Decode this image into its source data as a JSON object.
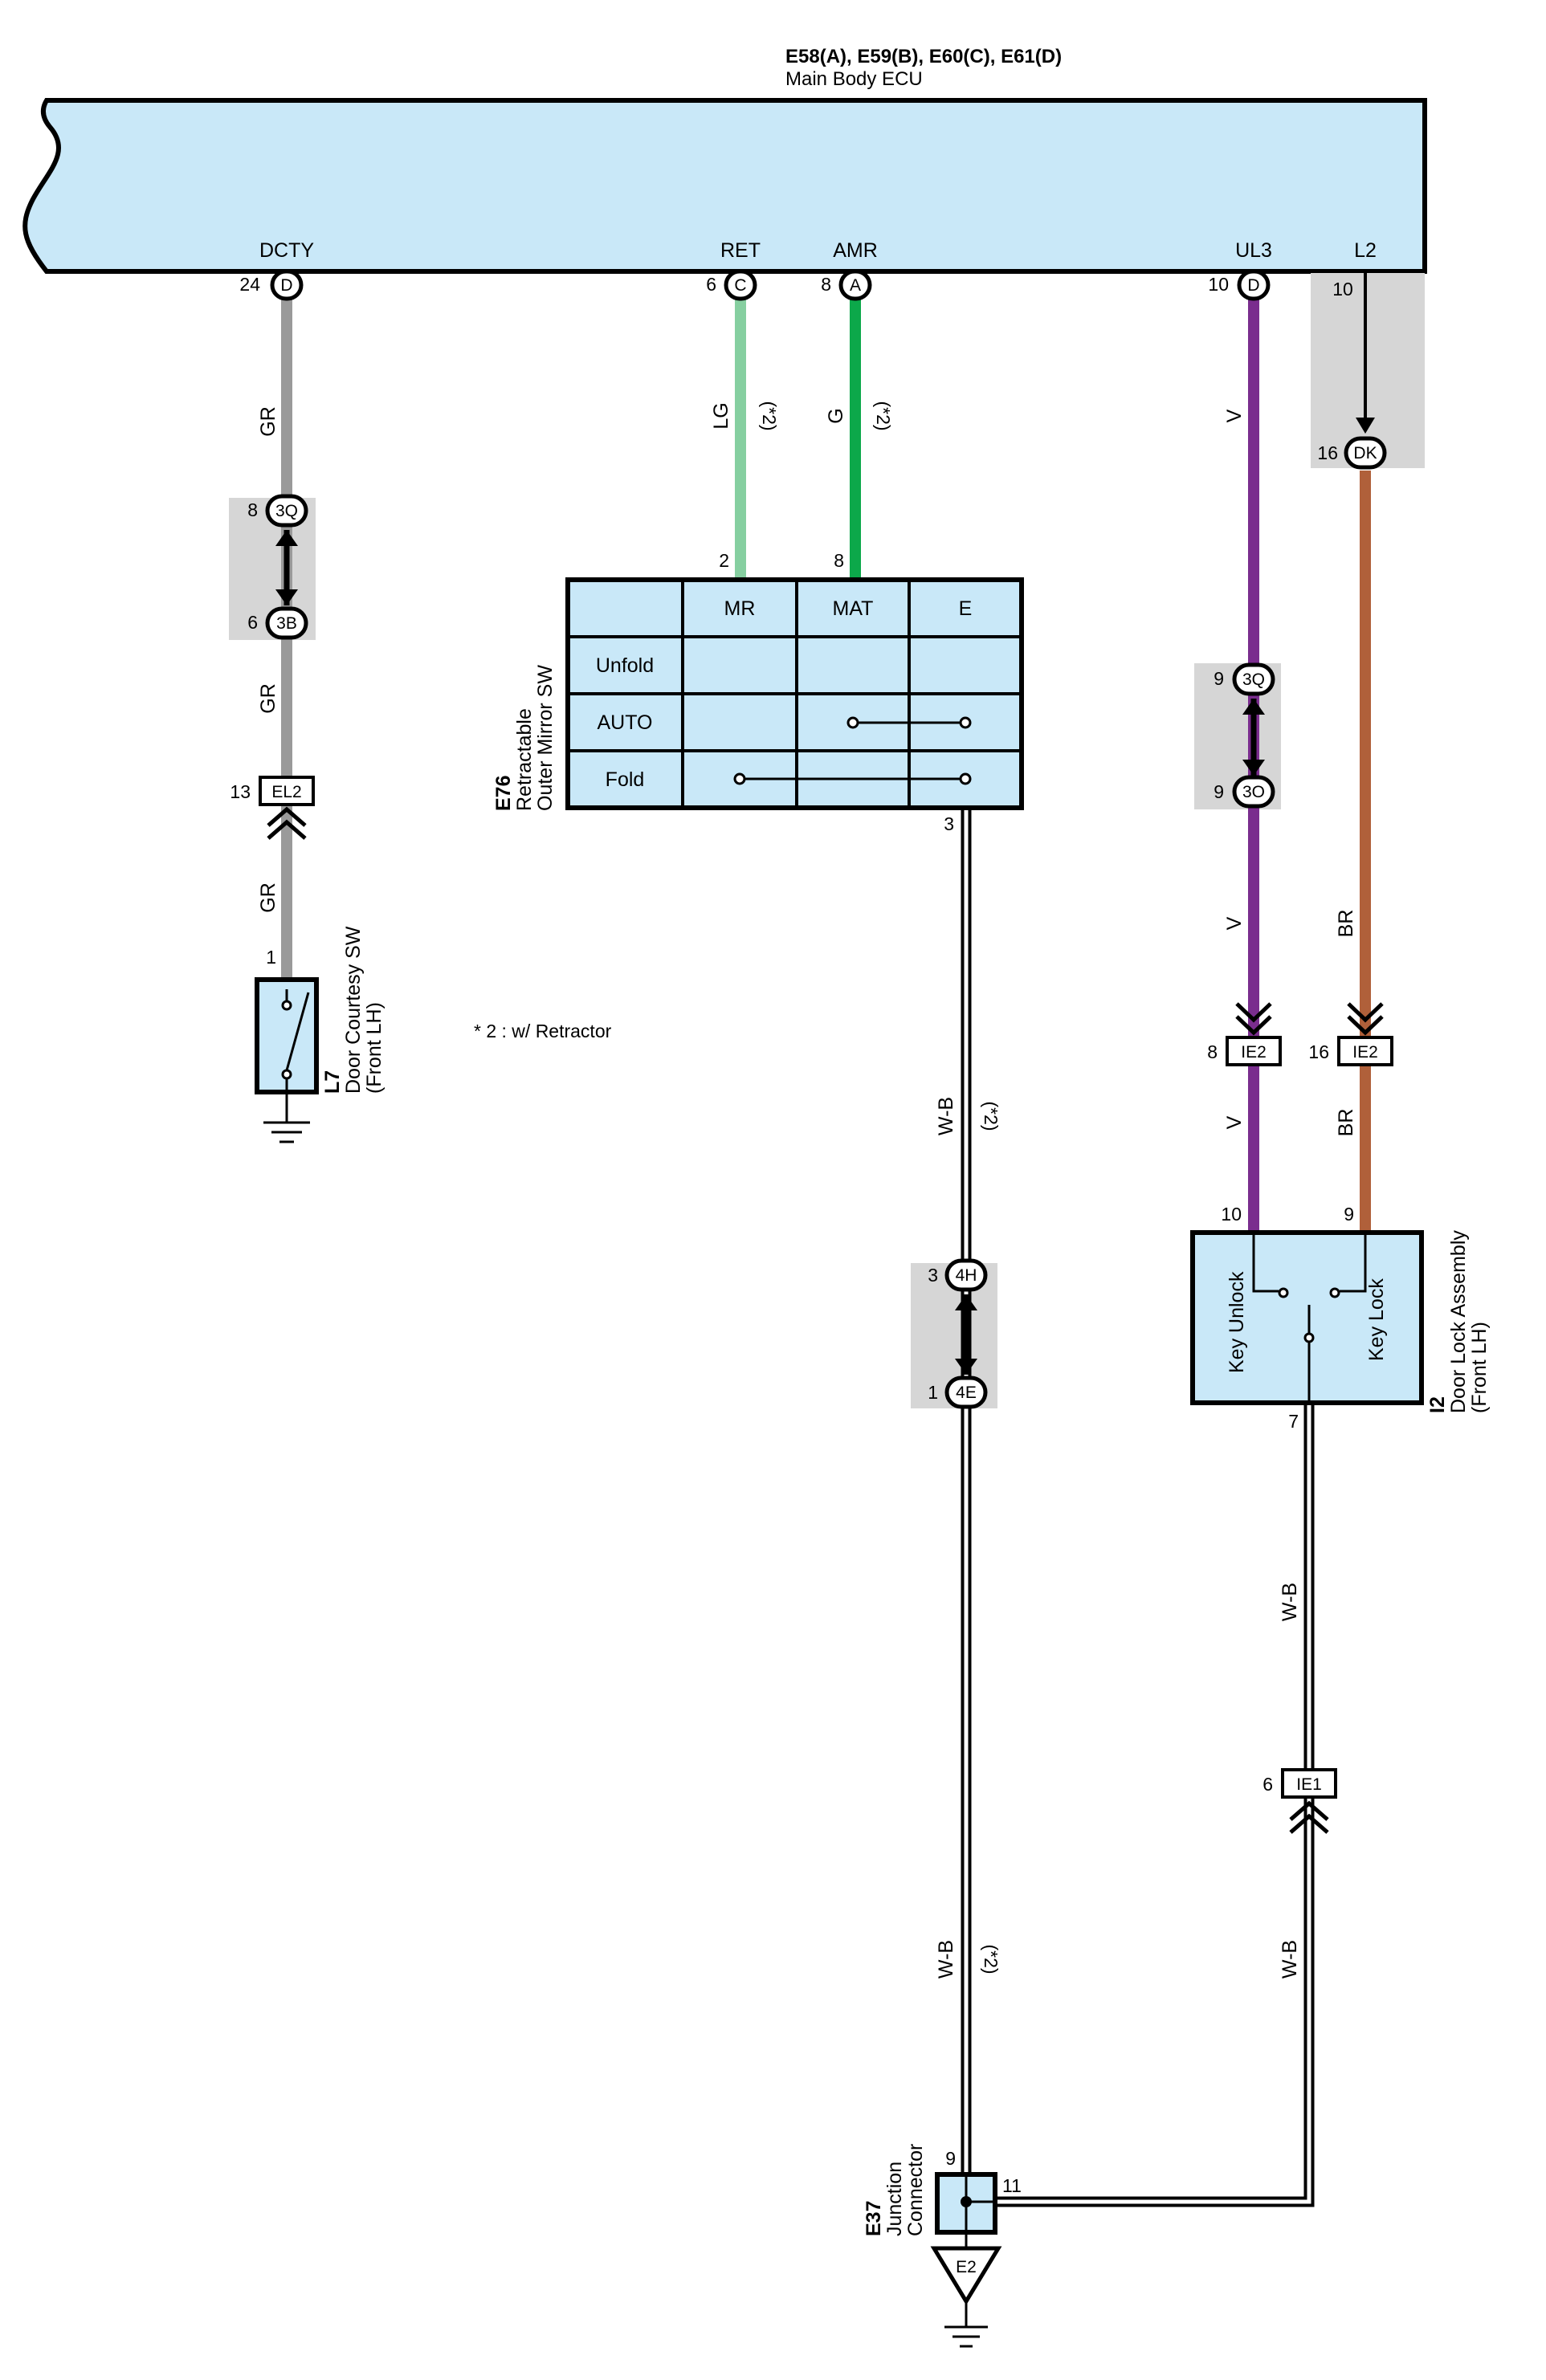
{
  "ecu": {
    "connectors_line": "E58(A), E59(B), E60(C), E61(D)",
    "name": "Main Body ECU",
    "terminals": {
      "dcty": {
        "name": "DCTY",
        "pin": "24",
        "conn": "D"
      },
      "ret": {
        "name": "RET",
        "pin": "6",
        "conn": "C"
      },
      "amr": {
        "name": "AMR",
        "pin": "8",
        "conn": "A"
      },
      "ul3": {
        "name": "UL3",
        "pin": "10",
        "conn": "D"
      },
      "l2": {
        "name": "L2",
        "pin": "10"
      }
    }
  },
  "colors": {
    "ecu_fill": "#c9e8f8",
    "gr": "#9a9a9a",
    "lg": "#86cfa0",
    "g": "#0ca84a",
    "v": "#7a2d8e",
    "br": "#b0603a",
    "shade": "#d6d6d6"
  },
  "wires": {
    "gr": "GR",
    "lg": "LG",
    "g": "G",
    "v": "V",
    "br": "BR",
    "wb": "W-B",
    "note_mark": "(*2)"
  },
  "note": "* 2 : w/ Retractor",
  "junctions": {
    "q3_left": {
      "pin": "8",
      "label": "3Q"
    },
    "b3": {
      "pin": "6",
      "label": "3B"
    },
    "el2": {
      "pin": "13",
      "label": "EL2"
    },
    "dk": {
      "pin": "16",
      "label": "DK"
    },
    "q3_right": {
      "pin": "9",
      "label": "3Q"
    },
    "o3": {
      "pin": "9",
      "label": "3O"
    },
    "ie2_v": {
      "pin": "8",
      "label": "IE2"
    },
    "ie2_br": {
      "pin": "16",
      "label": "IE2"
    },
    "h4": {
      "pin": "3",
      "label": "4H"
    },
    "e4": {
      "pin": "1",
      "label": "4E"
    },
    "ie1": {
      "pin": "6",
      "label": "IE1"
    },
    "e2": {
      "label": "E2"
    }
  },
  "door_courtesy": {
    "pin": "1",
    "code": "L7",
    "name": "Door Courtesy SW",
    "sub": "(Front LH)"
  },
  "mirror_sw": {
    "code": "E76",
    "name1": "Retractable",
    "name2": "Outer Mirror SW",
    "pin_mr": "2",
    "pin_mat": "8",
    "pin_e": "3",
    "cols": [
      "MR",
      "MAT",
      "E"
    ],
    "rows": [
      "Unfold",
      "AUTO",
      "Fold"
    ]
  },
  "door_lock": {
    "code": "I2",
    "name": "Door Lock Assembly",
    "sub": "(Front LH)",
    "pin_unlock": "10",
    "pin_lock": "9",
    "pin_gnd": "7",
    "unlock": "Key Unlock",
    "lock": "Key Lock"
  },
  "junction_connector": {
    "code": "E37",
    "name1": "Junction",
    "name2": "Connector",
    "pin_in": "9",
    "pin_right": "11"
  }
}
